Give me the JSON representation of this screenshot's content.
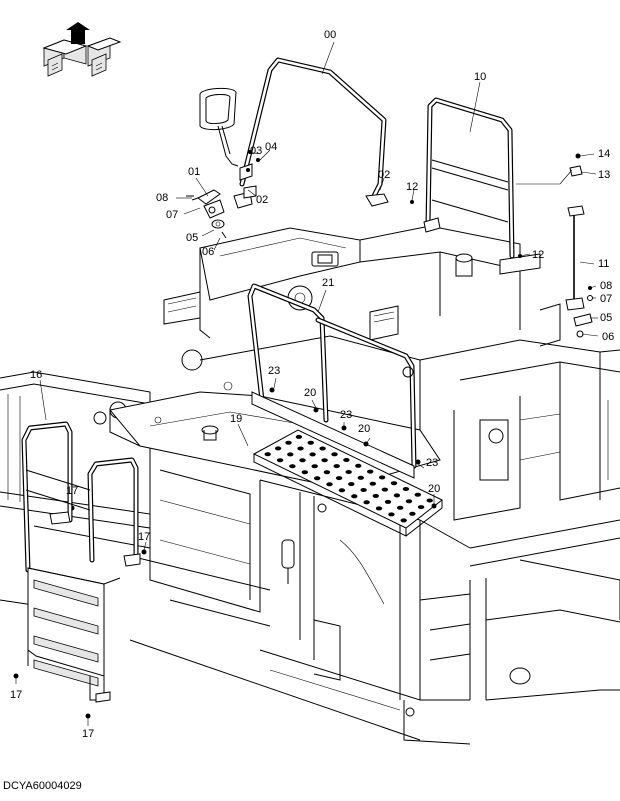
{
  "figure": {
    "document_id": "DCYA60004029"
  },
  "callouts": {
    "c00": "00",
    "c10": "10",
    "c03": "03",
    "c04": "04",
    "c01": "01",
    "c02a": "02",
    "c02b": "02",
    "c08a": "08",
    "c07a": "07",
    "c05a": "05",
    "c06a": "06",
    "c12a": "12",
    "c12b": "12",
    "c14": "14",
    "c13": "13",
    "c11": "11",
    "c08b": "08",
    "c07b": "07",
    "c05b": "05",
    "c06b": "06",
    "c21": "21",
    "c23a": "23",
    "c20a": "20",
    "c23b": "23",
    "c20b": "20",
    "c19": "19",
    "c23c": "23",
    "c20c": "20",
    "c16": "16",
    "c17a": "17",
    "c17b": "17",
    "c17c": "17",
    "c17d": "17"
  },
  "icons": {
    "orientation": "machine-orientation-icon"
  }
}
